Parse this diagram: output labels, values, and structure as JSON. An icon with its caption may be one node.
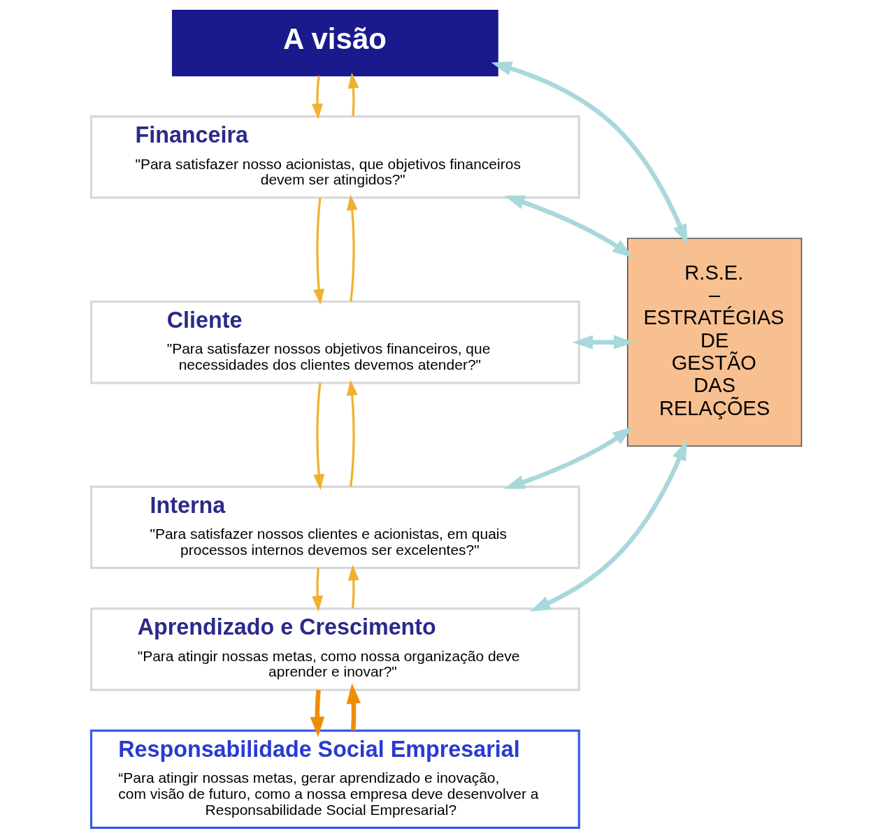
{
  "diagram": {
    "nodes": [
      {
        "text": [
          "A visão"
        ]
      },
      {
        "text": [
          "Financeira",
          "\"Para satisfazer nosso acionistas, que objetivos financeiros devem ser atingidos?\""
        ]
      },
      {
        "text": [
          "Cliente",
          "\"Para satisfazer nossos objetivos financeiros, que necessidades dos clientes devemos atender?\""
        ]
      },
      {
        "text": [
          "Interna",
          "\"Para satisfazer nossos clientes e acionistas, em quais processos internos devemos ser excelentes?\""
        ]
      },
      {
        "text": [
          "Aprendizado e Crescimento",
          "\"Para atingir nossas metas, como nossa organização deve aprender e inovar?\""
        ]
      },
      {
        "text": [
          "Responsabilidade Social Empresarial",
          "“Para atingir nossas metas, gerar aprendizado e inovação, com visão de futuro, como a nossa empresa deve desenvolver a Responsabilidade Social Empresarial?"
        ]
      },
      {
        "text": [
          "R.S.E. – ESTRATÉGIAS DE GESTÃO DAS RELAÇÕES"
        ]
      }
    ],
    "edges": [
      {
        "from": 0,
        "to": 1,
        "arrow": "to"
      },
      {
        "from": 1,
        "to": 2,
        "arrow": "to"
      },
      {
        "from": 2,
        "to": 3,
        "arrow": "to"
      },
      {
        "from": 3,
        "to": 4,
        "arrow": "to"
      },
      {
        "from": 1,
        "to": 0,
        "arrow": "to"
      },
      {
        "from": 2,
        "to": 1,
        "arrow": "to"
      },
      {
        "from": 3,
        "to": 2,
        "arrow": "to"
      },
      {
        "from": 4,
        "to": 3,
        "arrow": "to"
      },
      {
        "from": 4,
        "to": 5,
        "arrow": "to",
        "style": "thick",
        "color": "#f08c00"
      },
      {
        "from": 5,
        "to": 4,
        "arrow": "to",
        "style": "thick",
        "color": "#f08c00"
      },
      {
        "from": 0,
        "to": 6,
        "arrow": "both",
        "style": "thick",
        "color": "#a8d8dc"
      },
      {
        "from": 1,
        "to": 6,
        "arrow": "both",
        "style": "thick",
        "color": "#a8d8dc"
      },
      {
        "from": 2,
        "to": 6,
        "arrow": "both",
        "style": "thick",
        "color": "#a8d8dc"
      },
      {
        "from": 3,
        "to": 6,
        "arrow": "both",
        "style": "thick",
        "color": "#a8d8dc"
      },
      {
        "from": 4,
        "to": 6,
        "arrow": "both",
        "style": "thick",
        "color": "#a8d8dc"
      }
    ]
  }
}
